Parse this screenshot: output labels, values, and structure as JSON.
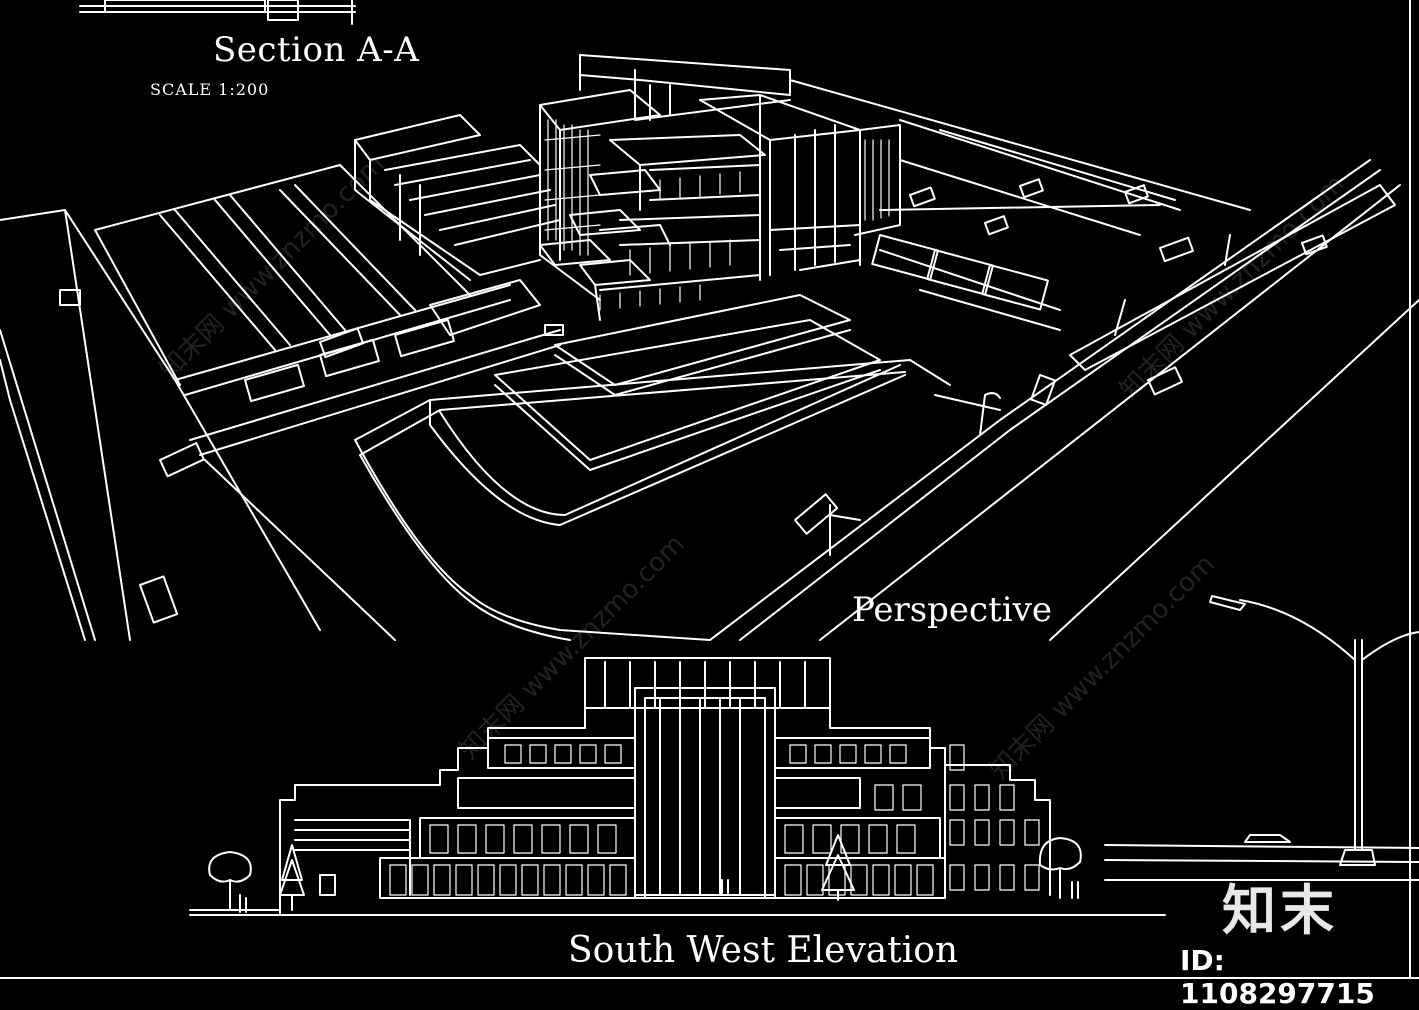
{
  "drawing": {
    "section_title": "Section A-A",
    "section_scale": "SCALE   1:200",
    "perspective_title": "Perspective",
    "elevation_title": "South West Elevation"
  },
  "watermark": {
    "brand": "知末",
    "id_label": "ID: 1108297715",
    "text": "知末网 www.znzmo.com"
  },
  "colors": {
    "background": "#000000",
    "line": "#ffffff"
  }
}
